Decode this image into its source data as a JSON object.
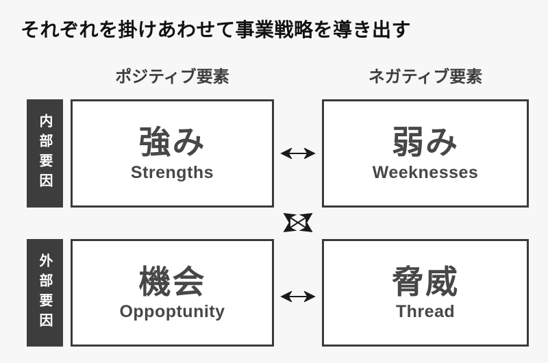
{
  "title": "それぞれを掛けあわせて事業戦略を導き出す",
  "column_headers": {
    "positive": "ポジティブ要素",
    "negative": "ネガティブ要素"
  },
  "row_labels": {
    "internal": "内部要因",
    "external": "外部要因"
  },
  "quadrants": {
    "strengths": {
      "jp": "強み",
      "en": "Strengths"
    },
    "weaknesses": {
      "jp": "弱み",
      "en": "Weeknesses"
    },
    "opportunity": {
      "jp": "機会",
      "en": "Oppoptunity"
    },
    "threat": {
      "jp": "脅威",
      "en": "Thread"
    }
  },
  "icons": {
    "horizontal_double_arrow": "↔",
    "cross_double_arrows": "⤧"
  },
  "colors": {
    "background": "#f7f7f7",
    "panel_dark": "#3d3d3d",
    "box_border": "#3a3a3a",
    "box_background": "#ffffff",
    "box_text": "#474747",
    "title_text": "#111111",
    "arrow": "#1a1a1a"
  }
}
